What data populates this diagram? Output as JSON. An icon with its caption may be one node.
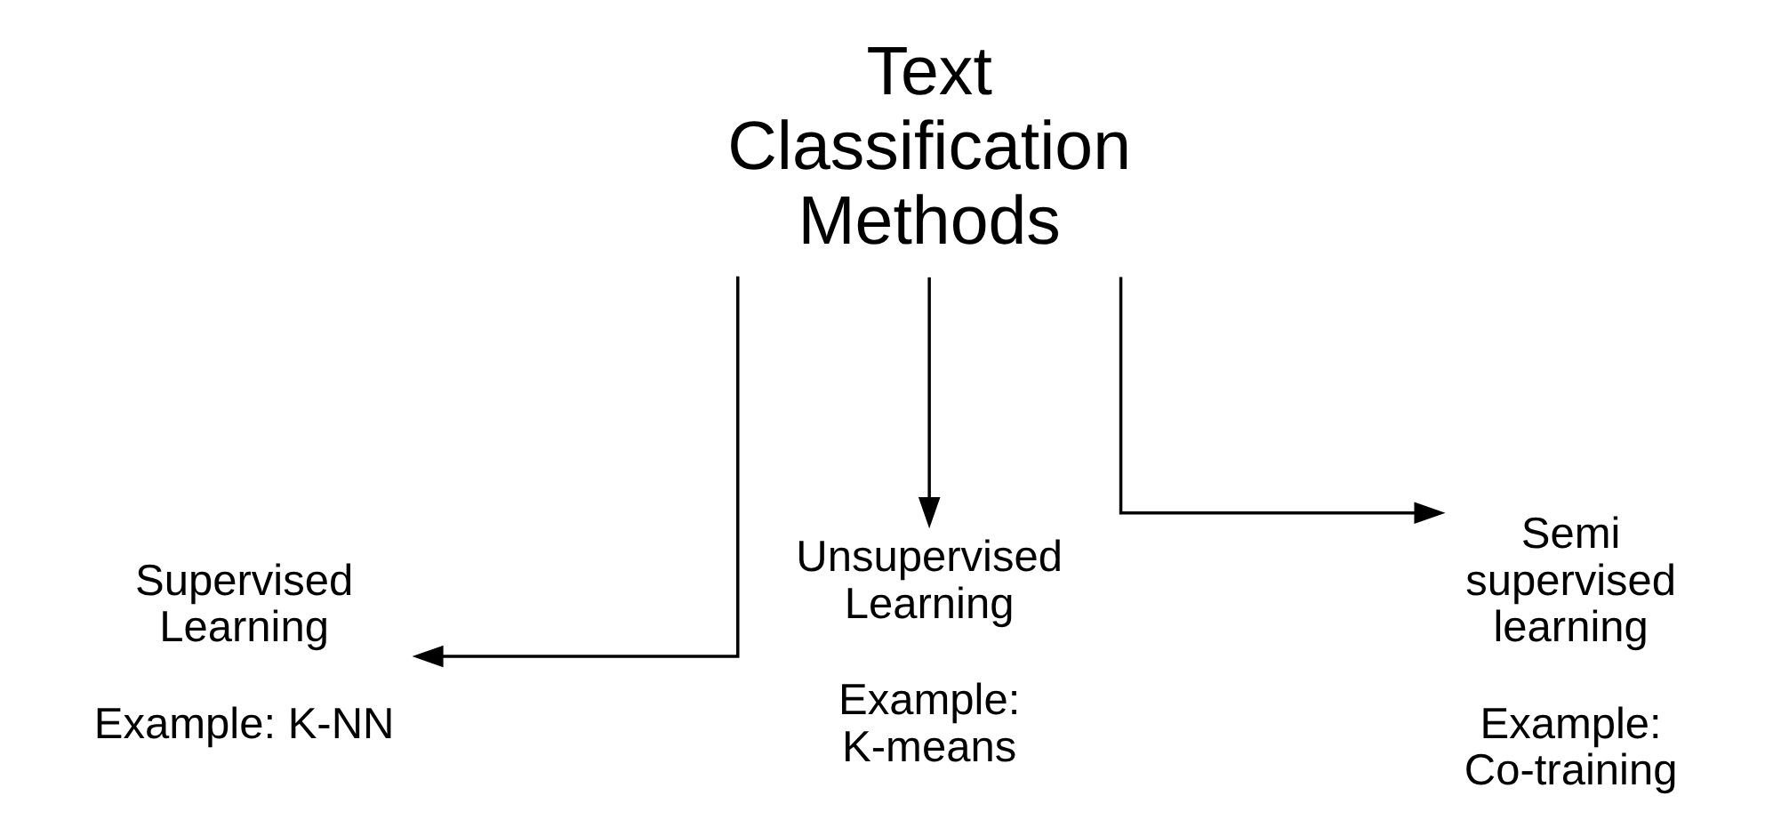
{
  "diagram": {
    "nodes": [
      {
        "text": [
          "Text Classification Methods"
        ]
      },
      {
        "text": [
          "Supervised Learning",
          "Example: K-NN"
        ]
      },
      {
        "text": [
          "Unsupervised Learning",
          "Example: K-means"
        ]
      },
      {
        "text": [
          "Semi supervised learning",
          "Example: Co-training"
        ]
      }
    ],
    "edges": [
      {
        "from": 0,
        "to": 1,
        "arrow": "to"
      },
      {
        "from": 0,
        "to": 2,
        "arrow": "to"
      },
      {
        "from": 0,
        "to": 3,
        "arrow": "to"
      }
    ]
  }
}
